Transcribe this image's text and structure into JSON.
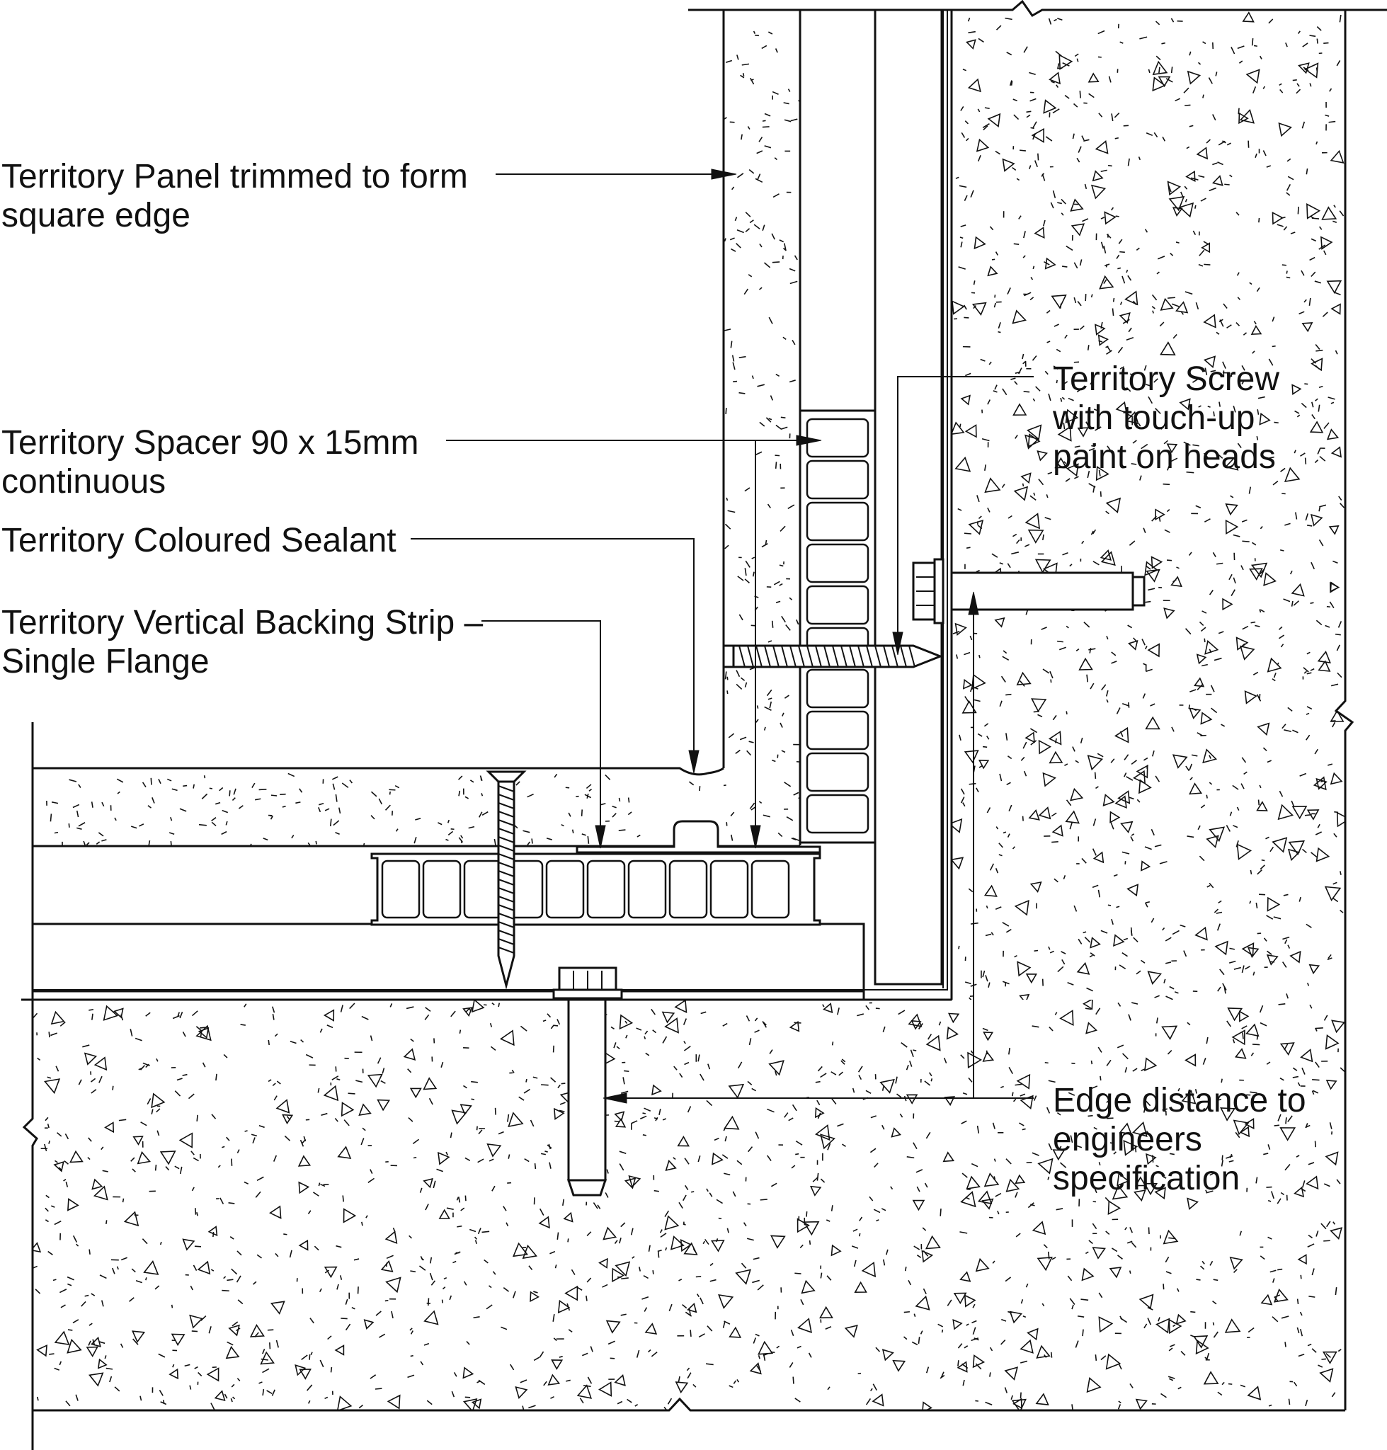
{
  "colors": {
    "ink": "#111111",
    "paper": "#ffffff"
  },
  "labels": {
    "panel": {
      "line1": "Territory Panel trimmed to form",
      "line2": "square edge"
    },
    "spacer": {
      "line1": "Territory Spacer 90 x 15mm",
      "line2": "continuous"
    },
    "sealant": {
      "line1": "Territory Coloured Sealant"
    },
    "backing_strip": {
      "line1": "Territory Vertical Backing Strip –",
      "line2": "Single Flange"
    },
    "screw": {
      "line1": "Territory Screw",
      "line2": "with touch-up",
      "line3": "paint on heads"
    },
    "edge_distance": {
      "line1": "Edge distance to",
      "line2": "engineers",
      "line3": "specification"
    }
  }
}
